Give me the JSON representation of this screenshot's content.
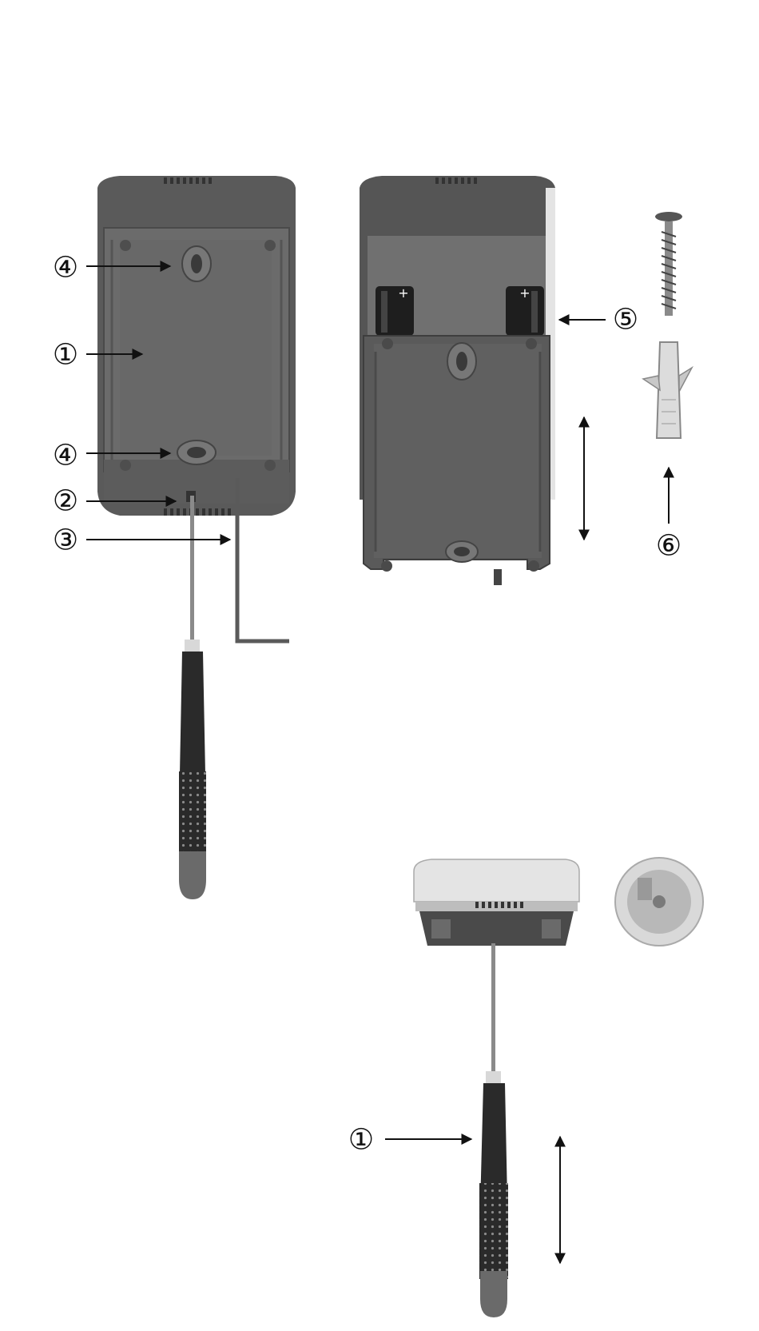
{
  "labels": {
    "housing_back": "①",
    "locking_screw": "②",
    "hex_key": "③",
    "mount_hole_top": "④",
    "mount_hole_bottom": "④",
    "batteries": "⑤",
    "screw_and_plug": "⑥",
    "screwdriver_bottom": "①"
  },
  "battery_marks": {
    "plus_left": "+",
    "plus_right": "+"
  },
  "colors": {
    "housing_dark": "#6b6b6b",
    "housing_shadow": "#4a4a4a",
    "housing_light": "#e4e4e4",
    "handle_black": "#2a2a2a",
    "handle_tip": "#6a6a6a",
    "metal": "#8a8a8a"
  }
}
